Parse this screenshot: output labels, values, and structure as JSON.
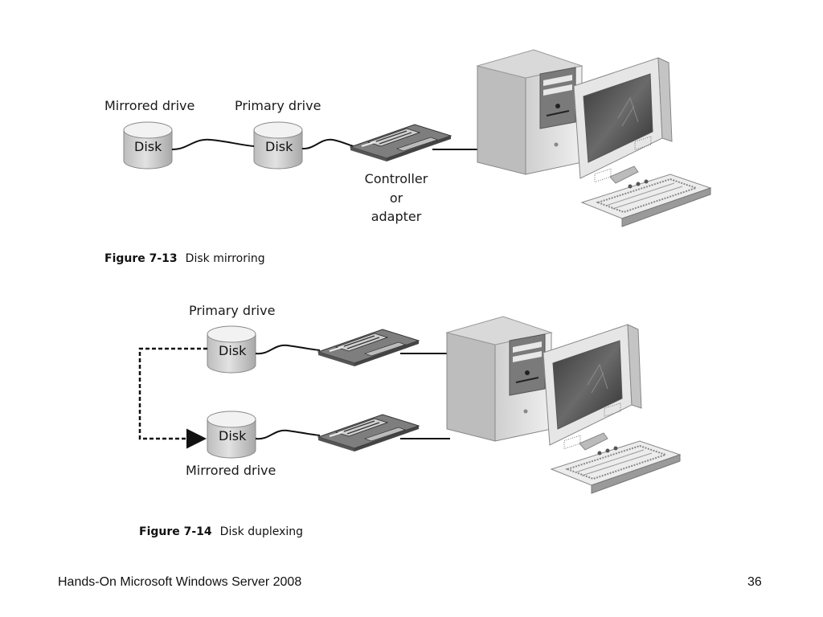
{
  "figure13": {
    "mirrored_label": "Mirrored drive",
    "primary_label": "Primary drive",
    "disk_a": "Disk",
    "disk_b": "Disk",
    "controller_l1": "Controller",
    "controller_l2": "or",
    "controller_l3": "adapter",
    "caption_number": "Figure 7-13",
    "caption_text": "Disk mirroring"
  },
  "figure14": {
    "primary_label": "Primary drive",
    "mirrored_label": "Mirrored drive",
    "disk_a": "Disk",
    "disk_b": "Disk",
    "caption_number": "Figure 7-14",
    "caption_text": "Disk duplexing"
  },
  "footer": {
    "title": "Hands-On Microsoft Windows Server 2008",
    "page_number": "36"
  },
  "colors": {
    "disk_fill": "#d6d6d6",
    "computer_body": "#e4e4e4",
    "monitor_screen": "#4a4a4a"
  }
}
